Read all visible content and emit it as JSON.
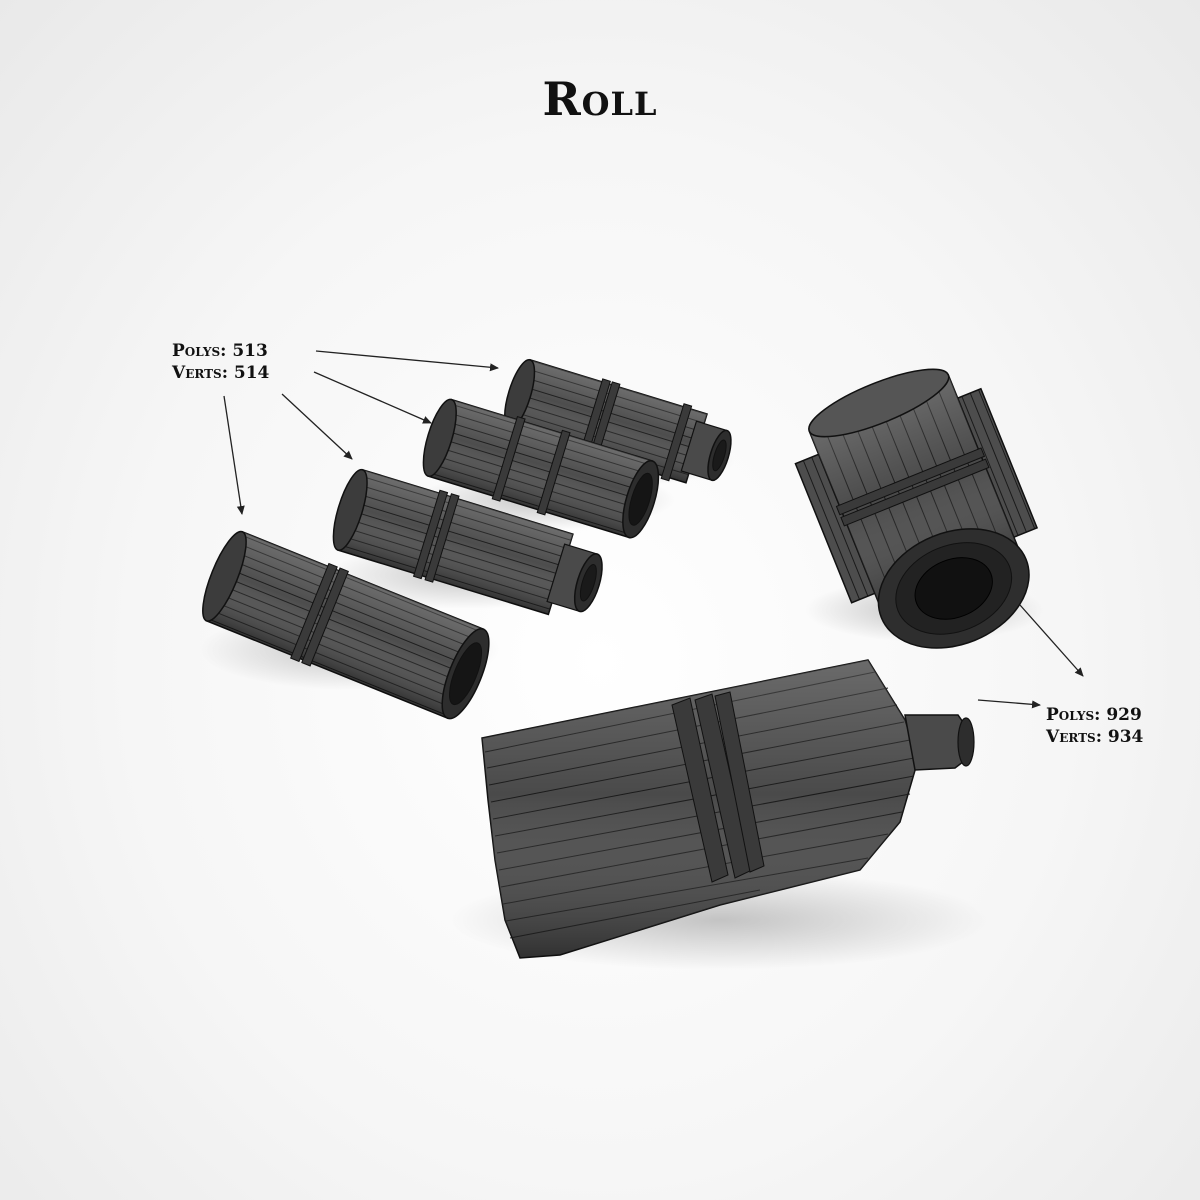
{
  "title": "Roll",
  "small_rolls_stats": {
    "polys": "Polys: 513",
    "verts": "Verts: 514"
  },
  "large_roll_stats": {
    "polys": "Polys: 929",
    "verts": "Verts: 934"
  },
  "colors": {
    "mesh_fill": "#4a4a4a",
    "mesh_dark": "#2a2a2a",
    "wire": "#111111",
    "arrow": "#222222",
    "text": "#111111"
  }
}
